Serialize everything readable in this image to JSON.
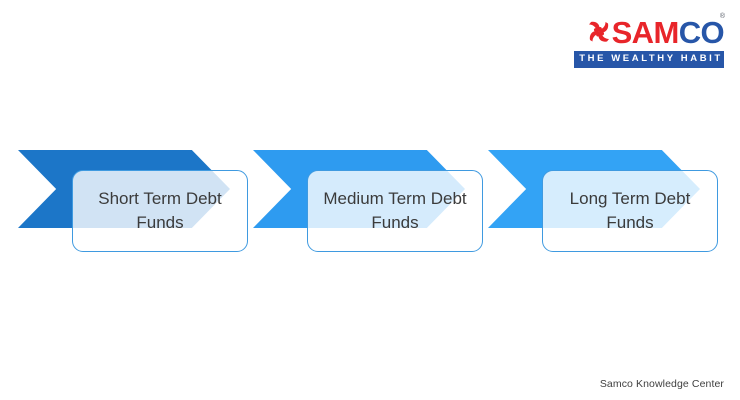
{
  "brand": {
    "logo_mark_icon": "samco-swastika-icon",
    "name_part_red": "SAM",
    "name_part_blue": "CO",
    "registered_symbol": "®",
    "tagline": "THE WEALTHY HABIT",
    "color_red": "#e8252a",
    "color_blue": "#2756a8"
  },
  "diagram": {
    "type": "chevron-process-flow",
    "stages": [
      {
        "label": "Short Term Debt Funds",
        "chevron_color": "#1c76c8",
        "card_border_color": "#3f9ae0"
      },
      {
        "label": "Medium Term Debt Funds",
        "chevron_color": "#2e9bf0",
        "card_border_color": "#3f9ae0"
      },
      {
        "label": "Long Term Debt Funds",
        "chevron_color": "#33a3f5",
        "card_border_color": "#3f9ae0"
      }
    ]
  },
  "footer": {
    "credit": "Samco Knowledge Center"
  }
}
